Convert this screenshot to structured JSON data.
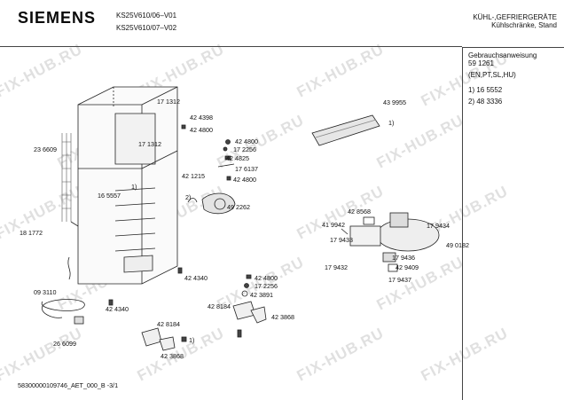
{
  "header": {
    "brand": "SIEMENS",
    "model_1": "KS25V610/06–V01",
    "model_2": "KS25V610/07–V02",
    "category": "KÜHL-,GEFRIERGERÄTE",
    "subcategory": "Kühlschränke, Stand"
  },
  "side_panel": {
    "doc_label": "Gebrauchsanweisung",
    "doc_number": "59 1261",
    "languages": "(EN,PT,SL,HU)",
    "note_1": "1)  16 5552",
    "note_2": "2)  48 3336"
  },
  "part_labels": [
    "17 1312",
    "42 4398",
    "42 4800",
    "17 1312",
    "23 6609",
    "42 4800",
    "17 2256",
    "42 4825",
    "17 6137",
    "42 1215",
    "42 4800",
    "16 5557",
    "49 2262",
    "18 1772",
    "42 4340",
    "09 3110",
    "42 4340",
    "42 4800",
    "17 2256",
    "42 3891",
    "42 8184",
    "42 3868",
    "42 8184",
    "42 3868",
    "26 6099",
    "43 9955",
    "42 8568",
    "41 9942",
    "17 9434",
    "17 9433",
    "49 0182",
    "17 9436",
    "17 9432",
    "42 9409",
    "17 9437"
  ],
  "markers": [
    "1)",
    "2)",
    "1)",
    "1)"
  ],
  "footer": "58300000109746_AET_000_B -3/1",
  "watermark": "FIX-HUB.RU"
}
